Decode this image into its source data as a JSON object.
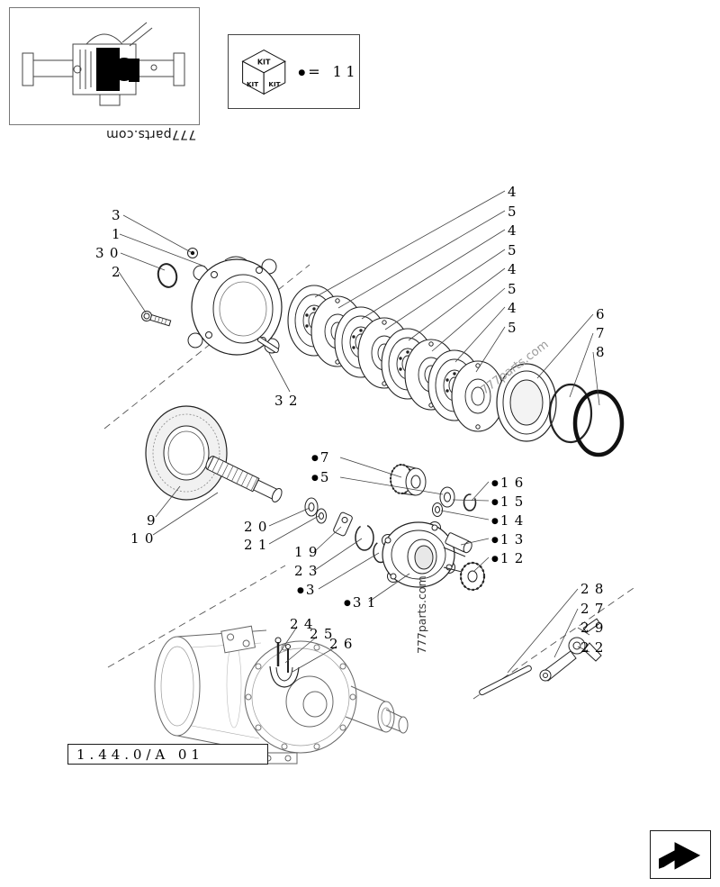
{
  "watermarks": {
    "top": "777parts.com",
    "diagonal": "777parts.com",
    "vertical": "777parts.com"
  },
  "legend": {
    "kit_top": "KIT",
    "kit_left": "KIT",
    "kit_right": "KIT",
    "bullet": "●",
    "rule": "= 11"
  },
  "drawing_code": "1.44.0/A 01",
  "callouts": [
    {
      "label": "3"
    },
    {
      "label": "1"
    },
    {
      "label": "30"
    },
    {
      "label": "2"
    },
    {
      "label": "4"
    },
    {
      "label": "5"
    },
    {
      "label": "4"
    },
    {
      "label": "5"
    },
    {
      "label": "4"
    },
    {
      "label": "5"
    },
    {
      "label": "4"
    },
    {
      "label": "5"
    },
    {
      "label": "6"
    },
    {
      "label": "7"
    },
    {
      "label": "8"
    },
    {
      "label": "32"
    },
    {
      "label": "9"
    },
    {
      "label": "10"
    },
    {
      "label": "7",
      "bullet": "●"
    },
    {
      "label": "5",
      "bullet": "●"
    },
    {
      "label": "20"
    },
    {
      "label": "21"
    },
    {
      "label": "19"
    },
    {
      "label": "23"
    },
    {
      "label": "3",
      "bullet": "●"
    },
    {
      "label": "31",
      "bullet": "●"
    },
    {
      "label": "16",
      "bullet": "●"
    },
    {
      "label": "15",
      "bullet": "●"
    },
    {
      "label": "14",
      "bullet": "●"
    },
    {
      "label": "13",
      "bullet": "●"
    },
    {
      "label": "12",
      "bullet": "●"
    },
    {
      "label": "28"
    },
    {
      "label": "27"
    },
    {
      "label": "29"
    },
    {
      "label": "22"
    },
    {
      "label": "24"
    },
    {
      "label": "25"
    },
    {
      "label": "26"
    }
  ]
}
